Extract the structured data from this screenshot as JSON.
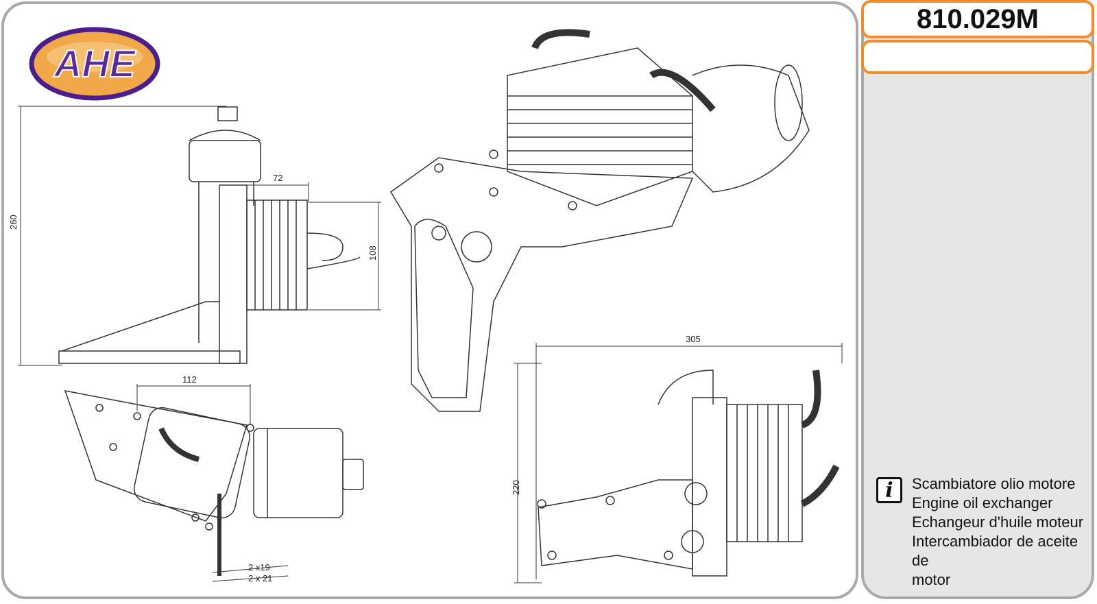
{
  "brand": {
    "logo_text": "AHE",
    "colors": {
      "ellipse": "#f0a848",
      "outline": "#4a1e8c",
      "letters": "#5a2a9c"
    }
  },
  "product": {
    "code": "810.029M",
    "secondary": ""
  },
  "description": {
    "icon": "info-icon",
    "lines": [
      "Scambiatore olio motore",
      "Engine oil exchanger",
      "Echangeur d'huile moteur",
      "Intercambiador de aceite de",
      "motor"
    ]
  },
  "dimensions": {
    "height_side": "260",
    "width_cooler": "72",
    "cooler_height": "108",
    "width_top": "112",
    "pipe1": "2 x19",
    "pipe2": "2 x 21",
    "total_width": "305",
    "total_height": "220"
  },
  "colors": {
    "border": "#a9a9a9",
    "accent": "#f28c28",
    "side_bg": "#e6e6e6"
  }
}
